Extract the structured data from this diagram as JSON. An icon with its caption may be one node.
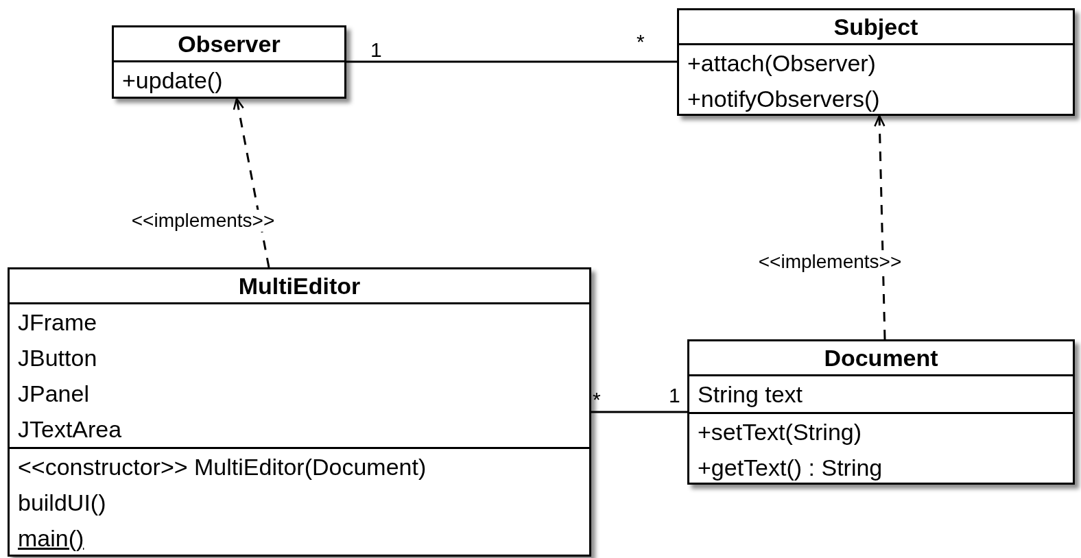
{
  "diagram": {
    "nodes": [
      {
        "text": [
          "Observer",
          "+update()"
        ]
      },
      {
        "text": [
          "Subject",
          "+attach(Observer)",
          "+notifyObservers()"
        ]
      },
      {
        "text": [
          "MultiEditor",
          "JFrame",
          "JButton",
          "JPanel",
          "JTextArea",
          "<<constructor>> MultiEditor(Document)",
          "buildUI()",
          "main()"
        ]
      },
      {
        "text": [
          "Document",
          "String text",
          "+setText(String)",
          "+getText() : String"
        ]
      }
    ],
    "edges": [
      {
        "from": 0,
        "to": 1,
        "arrow": "none"
      },
      {
        "from": 2,
        "to": 0,
        "arrow": "to",
        "style": "dashed",
        "label": "<<implements>>"
      },
      {
        "from": 3,
        "to": 1,
        "arrow": "to",
        "style": "dashed",
        "label": "<<implements>>"
      },
      {
        "from": 2,
        "to": 3,
        "arrow": "none"
      }
    ],
    "labels": [
      "1",
      "*",
      "*",
      "1"
    ]
  }
}
